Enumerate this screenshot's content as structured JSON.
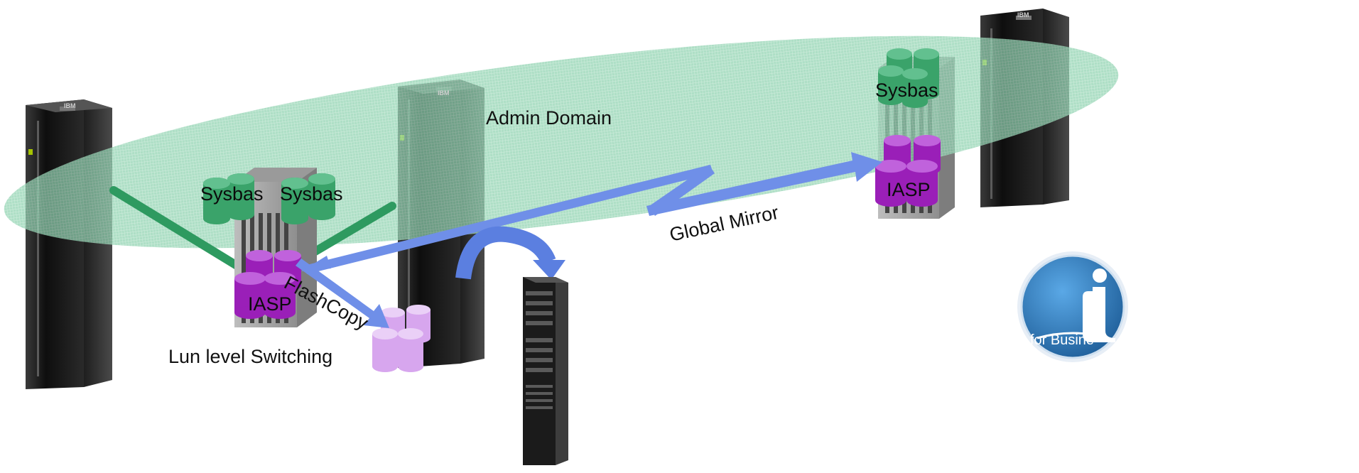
{
  "labels": {
    "admin_domain": "Admin Domain",
    "global_mirror": "Global Mirror",
    "flashcopy": "FlashCopy",
    "lun_switching": "Lun level Switching",
    "sysbas_left_a": "Sysbas",
    "sysbas_left_b": "Sysbas",
    "sysbas_right": "Sysbas",
    "iasp_left": "IASP",
    "iasp_right": "IASP"
  },
  "badge": {
    "icon": "info-icon",
    "text": "for Busine"
  },
  "server": {
    "brand": "IBM"
  },
  "colors": {
    "domain_ellipse": "#2f9b5c",
    "sysbas_disk": "#3aa36a",
    "iasp_disk": "#9a1fb8",
    "flash_disk": "#d7a6ee",
    "mirror_arrow": "#6f8fe8",
    "badge_blue": "#2f7fc1"
  }
}
